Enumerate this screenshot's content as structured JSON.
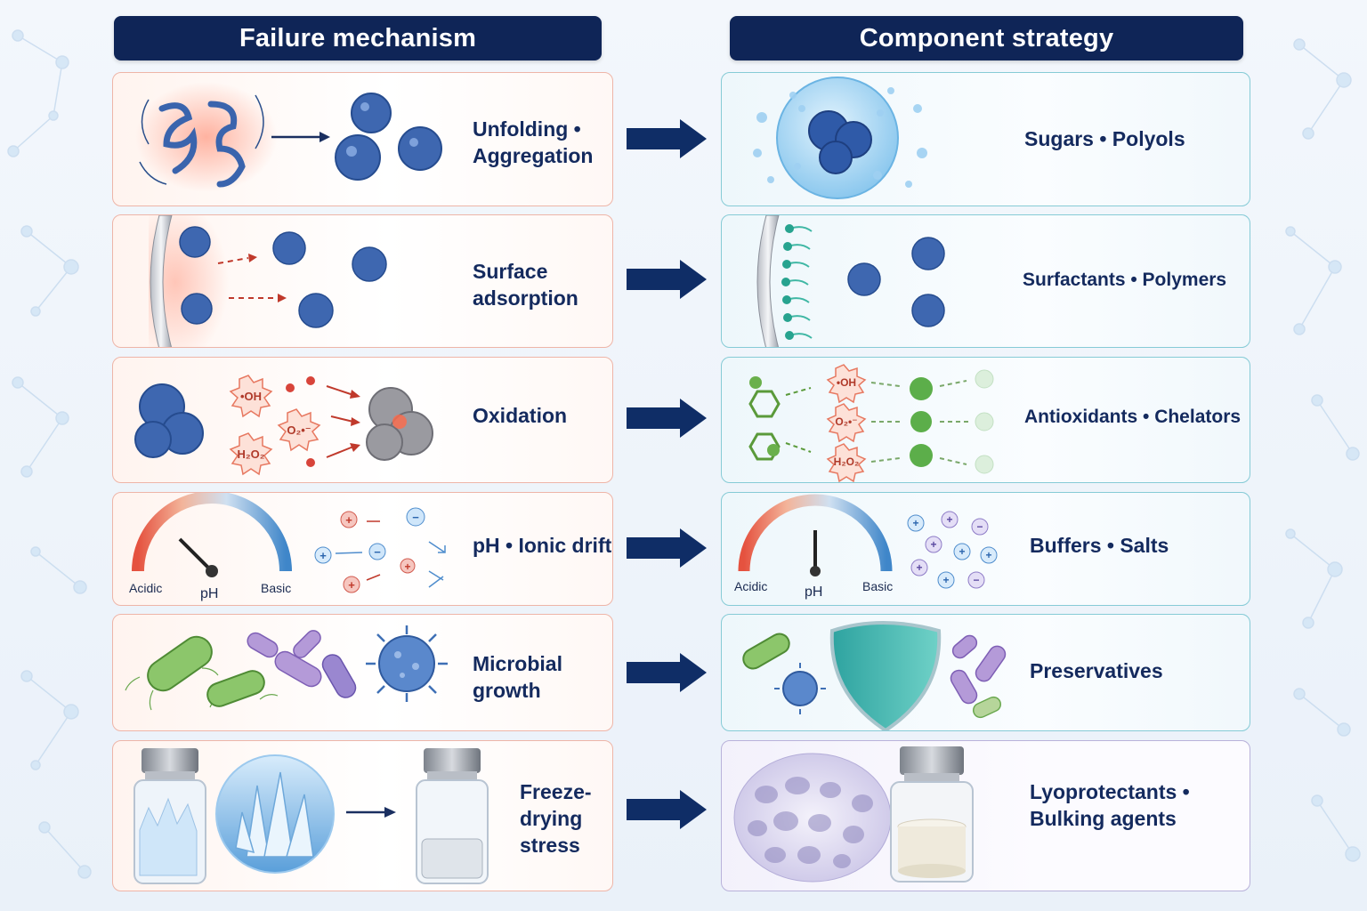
{
  "headers": {
    "left": "Failure mechanism",
    "right": "Component strategy"
  },
  "rows": [
    {
      "failure": [
        "Unfolding •",
        "Aggregation"
      ],
      "strategy": [
        "Sugars • Polyols"
      ]
    },
    {
      "failure": [
        "Surface",
        "adsorption"
      ],
      "strategy": [
        "Surfactants • Polymers"
      ]
    },
    {
      "failure": [
        "Oxidation"
      ],
      "strategy": [
        "Antioxidants • Chelators"
      ],
      "failure_species": [
        "•OH",
        "O₂•⁻",
        "H₂O₂"
      ],
      "strategy_species": [
        "•OH",
        "O₂•⁻",
        "H₂O₂"
      ]
    },
    {
      "failure": [
        "pH • Ionic drift"
      ],
      "strategy": [
        "Buffers • Salts"
      ],
      "gauge": {
        "left": "Acidic",
        "center": "pH",
        "right": "Basic"
      }
    },
    {
      "failure": [
        "Microbial",
        "growth"
      ],
      "strategy": [
        "Preservatives"
      ]
    },
    {
      "failure": [
        "Freeze-",
        "drying",
        "stress"
      ],
      "strategy": [
        "Lyoprotectants •",
        "Bulking agents"
      ]
    }
  ],
  "colors": {
    "header_bg": "#0f2557",
    "text": "#142a5e",
    "arrow": "#0f2d66",
    "failure_border": "#eeb5a8",
    "strategy_border": "#86cbd6",
    "protein": "#3a64ad"
  },
  "icons": [
    "protein-icon",
    "right-arrow-icon",
    "surface-wall-icon",
    "radical-burst-icon",
    "ph-gauge-icon",
    "ion-icon",
    "bacteria-icon",
    "virus-icon",
    "shield-icon",
    "vial-icon",
    "ice-crystal-icon",
    "porous-matrix-icon",
    "antioxidant-ring-icon"
  ]
}
